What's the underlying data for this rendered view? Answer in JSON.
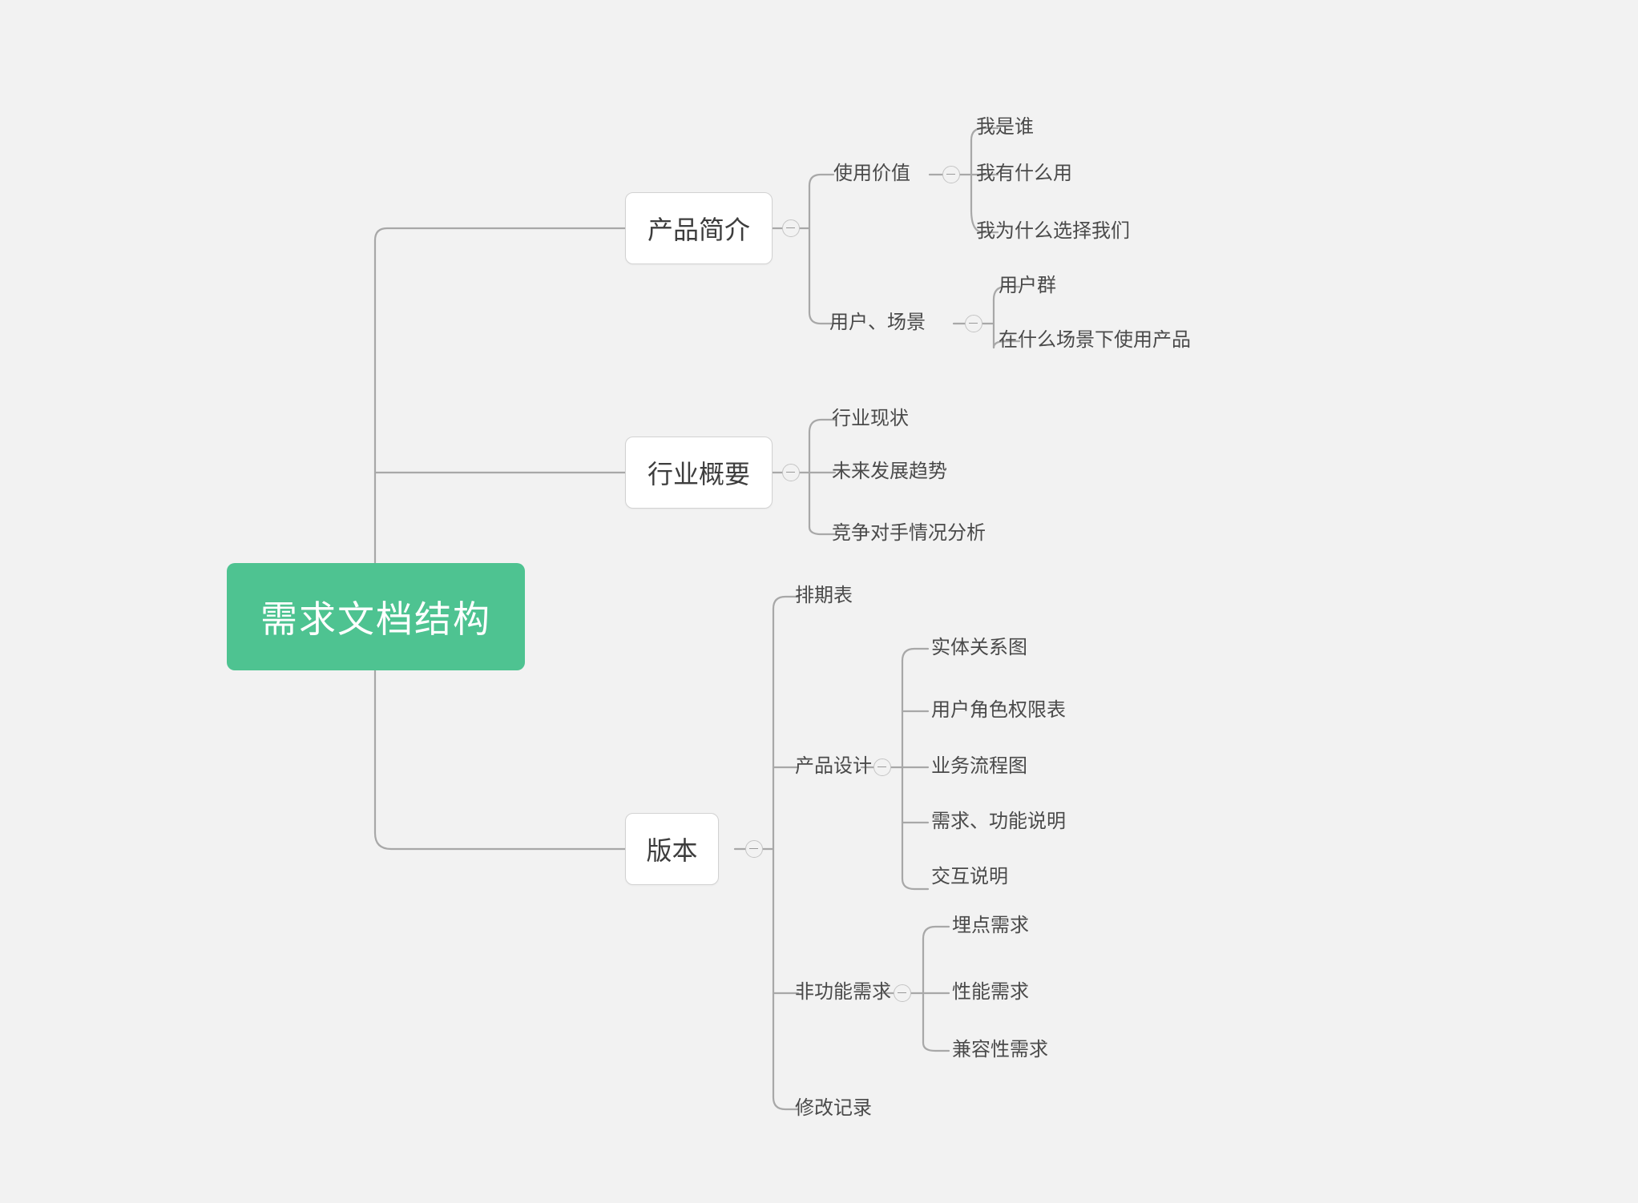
{
  "theme": {
    "background": "#f2f2f2",
    "root_fill": "#4ec391",
    "root_text": "#ffffff",
    "branch_fill": "#ffffff",
    "branch_border": "#d2d2d2",
    "text_color": "#4a4a4a",
    "link_color": "#a8a8a8",
    "toggle_border": "#c4c4c4"
  },
  "mindmap": {
    "root": {
      "label": "需求文档结构"
    },
    "branches": [
      {
        "id": "product-intro",
        "label": "产品简介",
        "toggle": "collapse-toggle",
        "children": [
          {
            "id": "usage-value",
            "label": "使用价值",
            "toggle": "collapse-toggle",
            "children": [
              {
                "id": "who-am-i",
                "label": "我是谁"
              },
              {
                "id": "what-use",
                "label": "我有什么用"
              },
              {
                "id": "why-choose-us",
                "label": "我为什么选择我们"
              }
            ]
          },
          {
            "id": "users-scenarios",
            "label": "用户、场景",
            "toggle": "collapse-toggle",
            "children": [
              {
                "id": "user-group",
                "label": "用户群"
              },
              {
                "id": "usage-scenario",
                "label": "在什么场景下使用产品"
              }
            ]
          }
        ]
      },
      {
        "id": "industry-overview",
        "label": "行业概要",
        "toggle": "collapse-toggle",
        "children": [
          {
            "id": "industry-status",
            "label": "行业现状"
          },
          {
            "id": "future-trend",
            "label": "未来发展趋势"
          },
          {
            "id": "competitor-analysis",
            "label": "竞争对手情况分析"
          }
        ]
      },
      {
        "id": "version",
        "label": "版本",
        "toggle": "collapse-toggle",
        "children": [
          {
            "id": "schedule-table",
            "label": "排期表"
          },
          {
            "id": "product-design",
            "label": "产品设计",
            "toggle": "collapse-toggle",
            "children": [
              {
                "id": "er-diagram",
                "label": "实体关系图"
              },
              {
                "id": "role-permission-table",
                "label": "用户角色权限表"
              },
              {
                "id": "business-flow-chart",
                "label": "业务流程图"
              },
              {
                "id": "requirement-function-desc",
                "label": "需求、功能说明"
              },
              {
                "id": "interaction-desc",
                "label": "交互说明"
              }
            ]
          },
          {
            "id": "non-functional",
            "label": "非功能需求",
            "toggle": "collapse-toggle",
            "children": [
              {
                "id": "tracking-requirement",
                "label": "埋点需求"
              },
              {
                "id": "performance-requirement",
                "label": "性能需求"
              },
              {
                "id": "compatibility-requirement",
                "label": "兼容性需求"
              }
            ]
          },
          {
            "id": "change-log",
            "label": "修改记录"
          }
        ]
      }
    ]
  }
}
